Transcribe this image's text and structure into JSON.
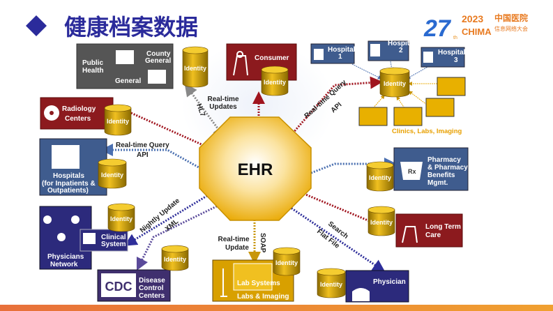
{
  "title": "健康档案数据",
  "logo": {
    "number": "27",
    "suffix": "th",
    "year": "2023",
    "brand": "CHIMA",
    "cn_line1": "中国医院",
    "cn_line2": "信息网络大会"
  },
  "center": "EHR",
  "identity": "Identity",
  "nodes": {
    "public_health": {
      "title_1": "Public",
      "title_2": "Health",
      "county_1": "County",
      "county_2": "General",
      "general": "General"
    },
    "consumer": "Consumer",
    "hospital1": {
      "l1": "Hospital",
      "l2": "1"
    },
    "hospital2": {
      "l1": "Hospital",
      "l2": "2"
    },
    "hospital3": {
      "l1": "Hospital",
      "l2": "3"
    },
    "clinics": "Clinics, Labs, Imaging",
    "radiology": {
      "l1": "Radiology",
      "l2": "Centers"
    },
    "hospitals": {
      "l1": "Hospitals",
      "l2": "(for Inpatients &",
      "l3": "Outpatients)"
    },
    "physicians_network": {
      "l1": "Physicians",
      "l2": "Network"
    },
    "clinical_system": {
      "l1": "Clinical",
      "l2": "System"
    },
    "cdc": {
      "logo": "CDC",
      "l1": "Disease",
      "l2": "Control",
      "l3": "Centers"
    },
    "labs": {
      "inner": "Lab Systems",
      "l1": "Labs & Imaging"
    },
    "physician": "Physician",
    "long_term_care": {
      "l1": "Long Term",
      "l2": "Care"
    },
    "pharmacy": {
      "rx": "Rx",
      "l1": "Pharmacy",
      "l2": "& Pharmacy",
      "l3": "Benefits",
      "l4": "Mgmt."
    }
  },
  "connections": {
    "realtime_updates": {
      "l1": "Real-time",
      "l2": "Updates"
    },
    "hl7": "HL7",
    "rt_query_api_right": {
      "l1": "Real-time Query",
      "l2": "API"
    },
    "rt_query_api_left": {
      "l1": "Real-time Query",
      "l2": "API"
    },
    "nightly_xml": {
      "l1": "Nightly Update",
      "l2": "XML"
    },
    "realtime_update": {
      "l1": "Real-time",
      "l2": "Update"
    },
    "soap": "SOAP",
    "search_flat": {
      "l1": "Search",
      "l2": "Flat File"
    }
  },
  "colors": {
    "title": "#2b2b9b",
    "red": "#8c1a1e",
    "blue": "#3f5c8e",
    "navy": "#2c2a7c",
    "purple": "#3f2f6e",
    "gray": "#555555",
    "gold": "#e8b000",
    "orange": "#e8a000",
    "bar": "#e67e22"
  }
}
